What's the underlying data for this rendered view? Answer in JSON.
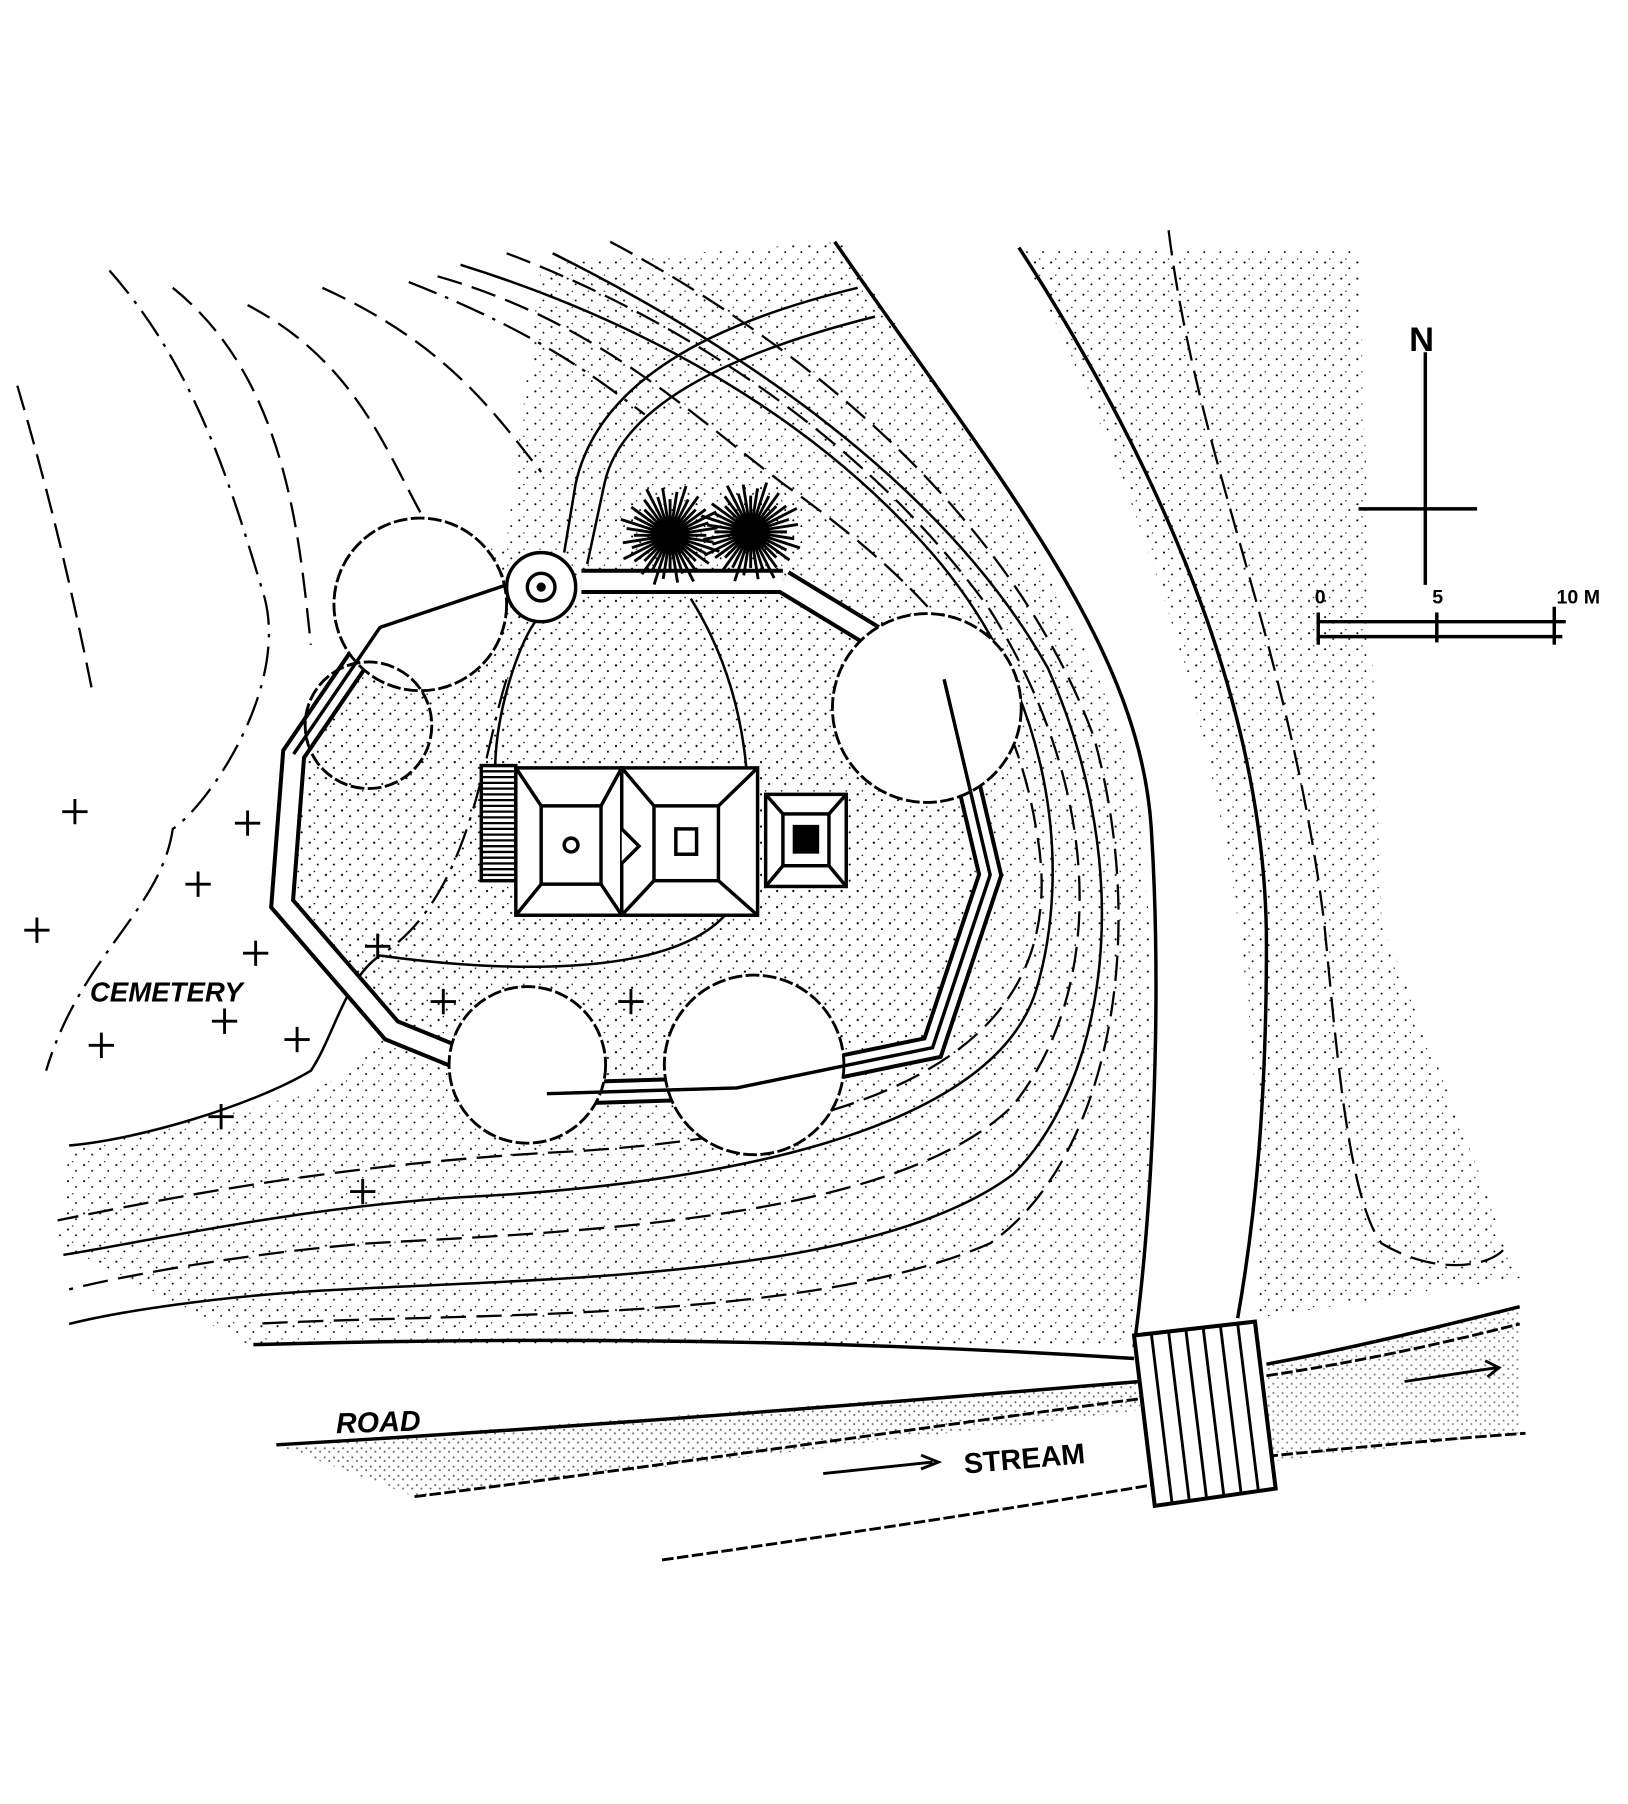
{
  "map": {
    "labels": {
      "cemetery": "CEMETERY",
      "road": "ROAD",
      "stream": "STREAM"
    },
    "north_arrow": {
      "label": "N"
    },
    "scale_bar": {
      "ticks": [
        "0",
        "5",
        "10 M"
      ]
    },
    "colors": {
      "ink": "#000000",
      "paper": "#ffffff"
    }
  }
}
